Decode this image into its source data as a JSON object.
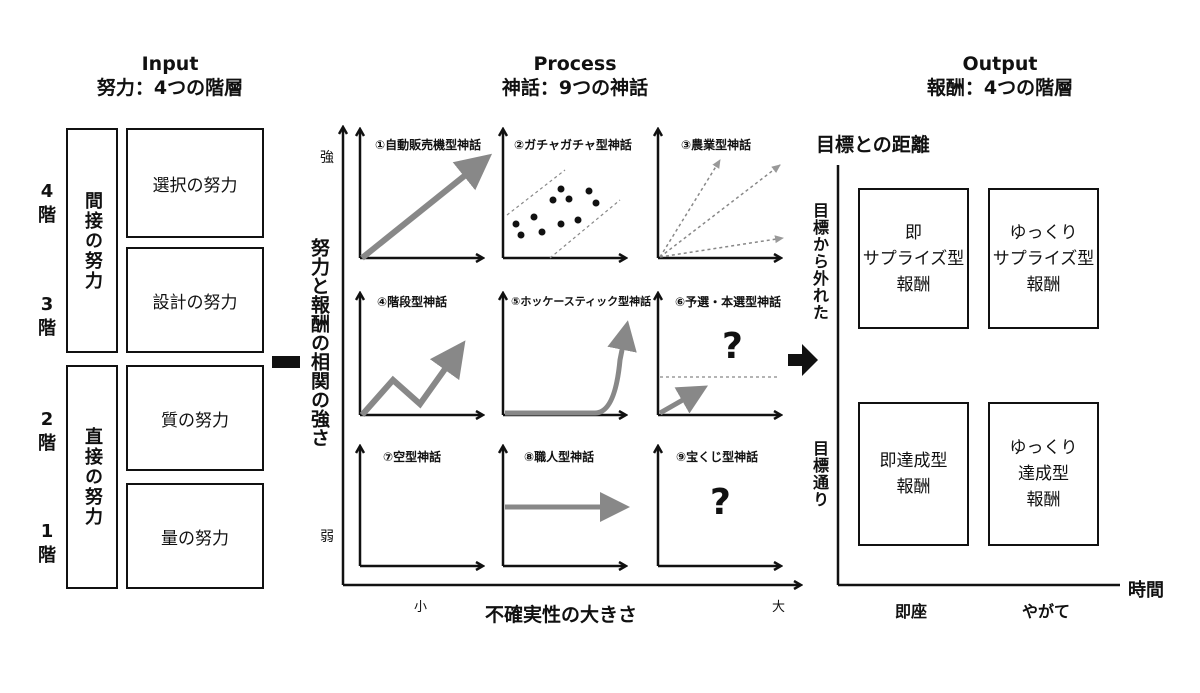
{
  "input": {
    "title": "Input",
    "subtitle": "努力：4つの階層",
    "floors": [
      "4\n階",
      "3\n階",
      "2\n階",
      "1\n階"
    ],
    "groups": [
      "間接の努力",
      "直接の努力"
    ],
    "efforts": [
      "選択の努力",
      "設計の努力",
      "質の努力",
      "量の努力"
    ]
  },
  "process": {
    "title": "Process",
    "subtitle": "神話：9つの神話",
    "y_axis": "努力と報酬の相関の強さ",
    "y_high": "強",
    "y_low": "弱",
    "x_axis": "不確実性の大きさ",
    "x_low": "小",
    "x_high": "大",
    "myths": [
      "①自動販売機型神話",
      "②ガチャガチャ型神話",
      "③農業型神話",
      "④階段型神話",
      "⑤ホッケースティック型神話",
      "⑥予選・本選型神話",
      "⑦空型神話",
      "⑧職人型神話",
      "⑨宝くじ型神話"
    ],
    "question": "?"
  },
  "output": {
    "title": "Output",
    "subtitle": "報酬：4つの階層",
    "y_axis": "目標との距離",
    "y_top": "目標から外れた",
    "y_bottom": "目標通り",
    "x_axis": "時間",
    "x_left": "即座",
    "x_right": "やがて",
    "rewards": [
      "即\nサプライズ型\n報酬",
      "ゆっくり\nサプライズ型\n報酬",
      "即達成型\n報酬",
      "ゆっくり\n達成型\n報酬"
    ]
  }
}
